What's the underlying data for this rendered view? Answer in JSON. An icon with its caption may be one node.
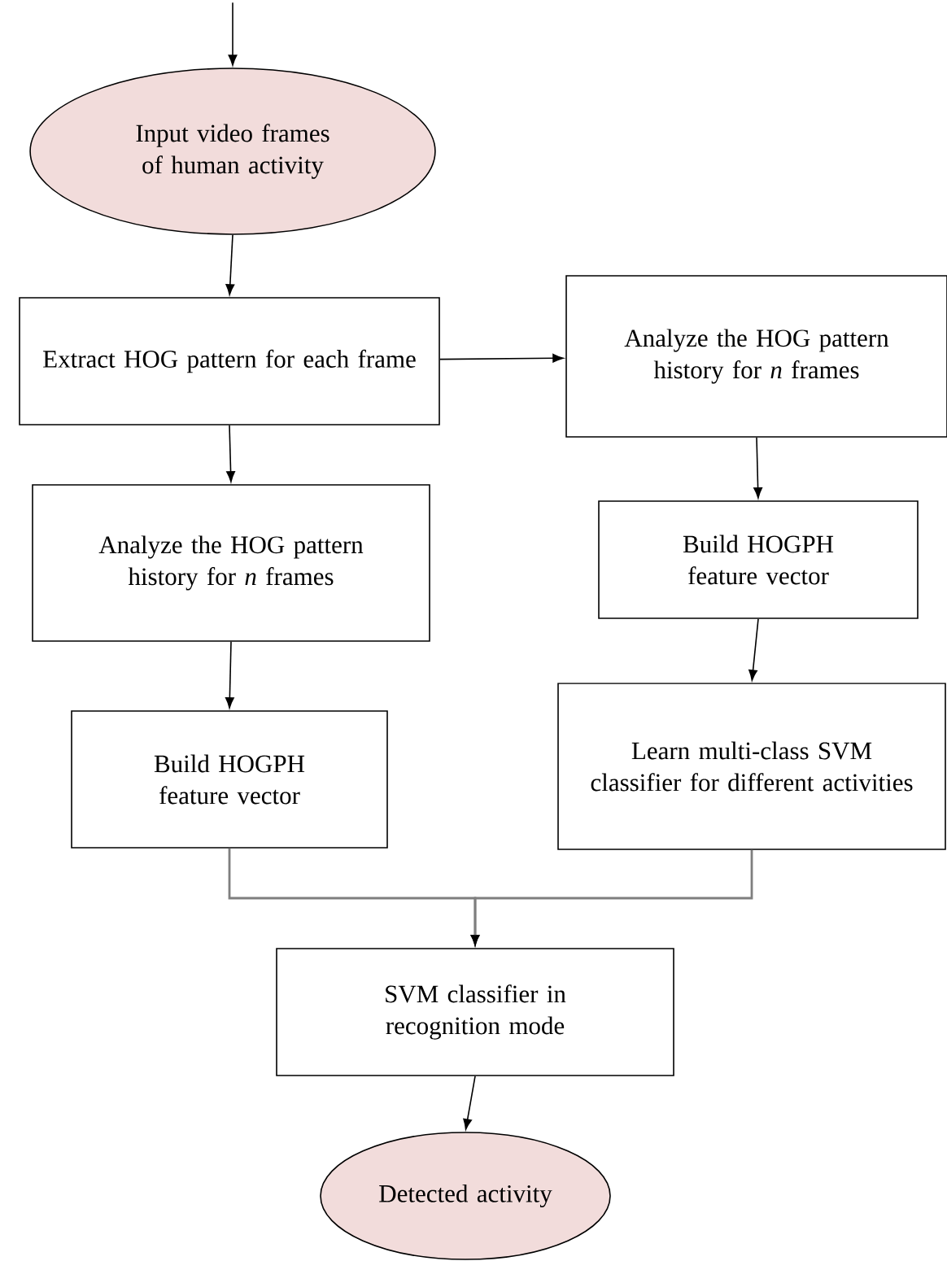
{
  "diagram": {
    "nodes": [
      {
        "text": [
          "Input video frames of human activity"
        ]
      },
      {
        "text": [
          "Extract HOG pattern for each frame"
        ]
      },
      {
        "text": [
          "Analyze the HOG pattern history for *n* frames"
        ]
      },
      {
        "text": [
          "Analyze the HOG pattern history for *n* frames"
        ]
      },
      {
        "text": [
          "Build HOGPH feature vector"
        ]
      },
      {
        "text": [
          "Build HOGPH feature vector"
        ]
      },
      {
        "text": [
          "Learn multi-class SVM classifier for different activities"
        ]
      },
      {
        "text": [
          "SVM classifier in recognition mode"
        ]
      },
      {
        "text": [
          "Detected activity"
        ]
      }
    ],
    "edges": [
      {
        "from": null,
        "to": 0,
        "arrow": "to"
      },
      {
        "from": 0,
        "to": 1,
        "arrow": "to"
      },
      {
        "from": 1,
        "to": 2,
        "arrow": "to"
      },
      {
        "from": 1,
        "to": 3,
        "arrow": "to"
      },
      {
        "from": 2,
        "to": 4,
        "arrow": "to"
      },
      {
        "from": 3,
        "to": 5,
        "arrow": "to"
      },
      {
        "from": 4,
        "to": 6,
        "arrow": "to"
      },
      {
        "from": 5,
        "to": 7,
        "arrow": "to",
        "color": "#7f7f7f"
      },
      {
        "from": 6,
        "to": 7,
        "arrow": "to",
        "color": "#7f7f7f"
      },
      {
        "from": 7,
        "to": 8,
        "arrow": "to"
      }
    ]
  }
}
